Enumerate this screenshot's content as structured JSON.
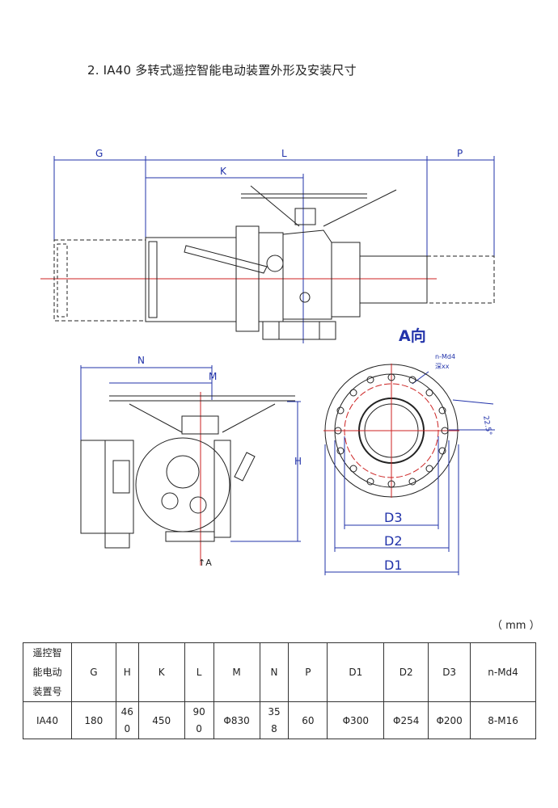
{
  "title": "2. IA40 多转式遥控智能电动装置外形及安装尺寸",
  "drawing_labels": {
    "G": "G",
    "L": "L",
    "P": "P",
    "K": "K",
    "A_view": "A向",
    "N": "N",
    "M": "M",
    "H": "H",
    "arrow_A": "↑A",
    "D1": "D1",
    "D2": "D2",
    "D3": "D3",
    "bolt_note_1": "n-Md4",
    "bolt_note_2": "深xx",
    "angle_note": "22.5°"
  },
  "unit": "（ mm ）",
  "table": {
    "headers": [
      "遥控智能电动装置号",
      "G",
      "H",
      "K",
      "L",
      "M",
      "N",
      "P",
      "D1",
      "D2",
      "D3",
      "n-Md4"
    ],
    "rows": [
      [
        "IA40",
        "180",
        "460",
        "450",
        "900",
        "Φ830",
        "358",
        "60",
        "Φ300",
        "Φ254",
        "Φ200",
        "8-M16"
      ]
    ]
  }
}
